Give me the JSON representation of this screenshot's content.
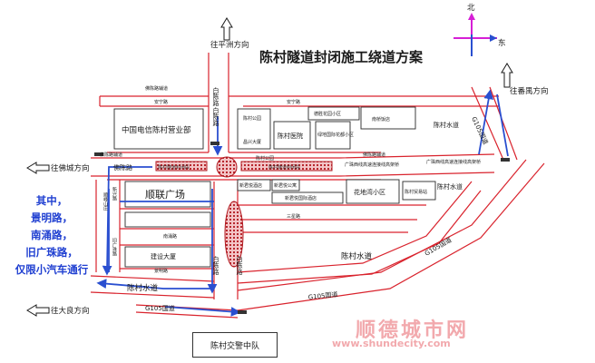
{
  "title": "陈村隧道封闭施工绕道方案",
  "compass": {
    "north": "北",
    "east": "东"
  },
  "directions": {
    "north": "往平洲方向",
    "northeast": "往番禺方向",
    "west": "往佛城方向",
    "southwest": "往大良方向"
  },
  "roads": {
    "foyi_west": "佛陈路",
    "foyi_top": "佛陈路辅道",
    "anning": "安宁路",
    "anning_e": "安宁路",
    "baichen_n": "白陈路",
    "baichen_n2": "白陈路",
    "baichen_s": "白陈路",
    "baichen_s2": "白陈路",
    "cunqian": "陈村公园",
    "fu_lu_1": "佛陈路辅道",
    "fu_lu_2": "佛陈路辅道",
    "tunnel_w": "陈村隧道封闭段",
    "tunnel_e": "陈村隧道封闭段",
    "guangzhu_e": "广珠西线高速连接线高架桥",
    "guangzhu_e2": "广珠西线高速连接线高架桥",
    "chencun_shuidao_ne": "陈村水道",
    "chencun_shuidao_e": "陈村水道",
    "chencun_shuidao_mid": "陈村水道",
    "chencun_shuidao_sw": "陈村水道",
    "g105_ne": "G105国道",
    "g105_e": "G105国道",
    "g105_s": "G105国道",
    "g105_sw": "G105国道",
    "jingming": "景明路",
    "nanyong": "南涌路",
    "sanxing": "三星路",
    "guangzhu_old": "旧广珠路",
    "xinxing": "新兴路",
    "shunfeng": "顺峰山庄"
  },
  "places": {
    "telecom": "中国电信陈村营业部",
    "shunlian": "顺联广场",
    "jianshe": "建设大厦",
    "chencun_park": "陈村公园",
    "chencun_hospital": "陈村医院",
    "lvdi": "绿地国际花都小区",
    "desheng": "德胜花园小区",
    "nanqiao": "南桥饭店",
    "huadiwan": "花地湾小区",
    "chencun_guarantee": "陈村贸易站",
    "xinjun_hotel": "新君悦酒店",
    "xinjun_apt": "新君悦公寓",
    "xinjun_intl": "新君悦国际酒店",
    "changxing": "昌兴大厦"
  },
  "note_lines": [
    "其中，",
    "景明路，",
    "南涌路，",
    "旧广珠路，",
    "仅限小汽车通行"
  ],
  "traffic_police": "陈村交警中队",
  "watermark": "顺德城市网",
  "watermark_url": "www.shundecity.com",
  "colors": {
    "road": "#d9232d",
    "route": "#2a4fd0",
    "note": "#1f3fd1"
  }
}
